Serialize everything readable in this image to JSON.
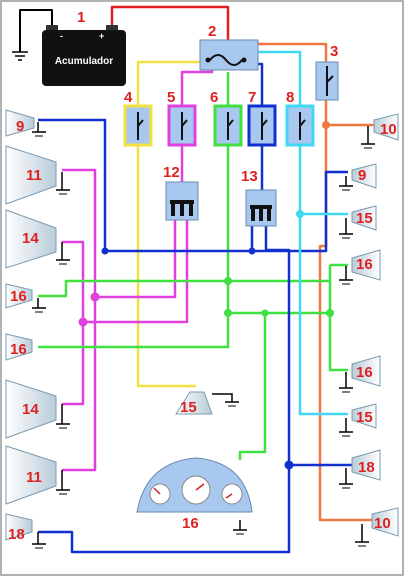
{
  "colors": {
    "wire_red": "#e02020",
    "wire_orange": "#f07840",
    "wire_yellow": "#f0e040",
    "wire_magenta": "#e040e0",
    "wire_green": "#40e040",
    "wire_blue": "#1030d0",
    "wire_cyan": "#40d8f0",
    "component_fill": "#a8c8f0",
    "label_red": "#e02020"
  },
  "battery": {
    "label": "Acumulador",
    "neg_symbol": "-",
    "pos_symbol": "+"
  },
  "labels": {
    "battery": "1",
    "fuse_box": "2",
    "switch_main": "3",
    "switch_yellow": "4",
    "switch_magenta": "5",
    "switch_green": "6",
    "switch_blue": "7",
    "switch_cyan": "8",
    "lamp_9_left": "9",
    "lamp_9_right": "9",
    "lamp_10_top": "10",
    "lamp_10_bottom": "10",
    "lamp_11_top": "11",
    "lamp_11_bottom": "11",
    "relay_12": "12",
    "relay_13": "13",
    "lamp_14_top": "14",
    "lamp_14_bottom": "14",
    "lamp_15_center": "15",
    "lamp_15_right_top": "15",
    "lamp_15_right_bottom": "15",
    "lamp_16_left_top": "16",
    "lamp_16_left_bottom": "16",
    "lamp_16_right_top": "16",
    "lamp_16_right_bottom": "16",
    "dashboard": "16",
    "lamp_18_left": "18",
    "lamp_18_right": "18"
  }
}
